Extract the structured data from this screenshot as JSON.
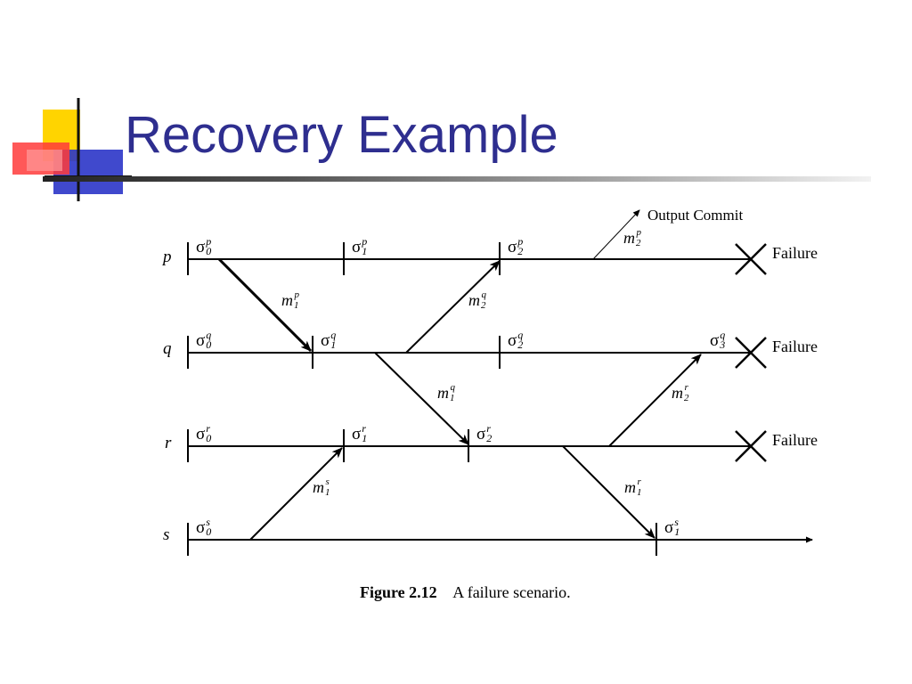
{
  "slide": {
    "title": "Recovery Example"
  },
  "diagram": {
    "processes": [
      "p",
      "q",
      "r",
      "s"
    ],
    "checkpoints": {
      "p0": {
        "base": "σ",
        "sub": "0",
        "sup": "p"
      },
      "p1": {
        "base": "σ",
        "sub": "1",
        "sup": "p"
      },
      "p2": {
        "base": "σ",
        "sub": "2",
        "sup": "p"
      },
      "q0": {
        "base": "σ",
        "sub": "0",
        "sup": "q"
      },
      "q1": {
        "base": "σ",
        "sub": "1",
        "sup": "q"
      },
      "q2": {
        "base": "σ",
        "sub": "2",
        "sup": "q"
      },
      "q3": {
        "base": "σ",
        "sub": "3",
        "sup": "q"
      },
      "r0": {
        "base": "σ",
        "sub": "0",
        "sup": "r"
      },
      "r1": {
        "base": "σ",
        "sub": "1",
        "sup": "r"
      },
      "r2": {
        "base": "σ",
        "sub": "2",
        "sup": "r"
      },
      "s0": {
        "base": "σ",
        "sub": "0",
        "sup": "s"
      },
      "s1": {
        "base": "σ",
        "sub": "1",
        "sup": "s"
      }
    },
    "messages": {
      "m1p": {
        "base": "m",
        "sub": "1",
        "sup": "p"
      },
      "m2p": {
        "base": "m",
        "sub": "2",
        "sup": "p"
      },
      "m2q": {
        "base": "m",
        "sub": "2",
        "sup": "q"
      },
      "m1q": {
        "base": "m",
        "sub": "1",
        "sup": "q"
      },
      "m2r": {
        "base": "m",
        "sub": "2",
        "sup": "r"
      },
      "m1r": {
        "base": "m",
        "sub": "1",
        "sup": "r"
      },
      "m1s": {
        "base": "m",
        "sub": "1",
        "sup": "s"
      }
    },
    "output_commit_label": "Output Commit",
    "failure_label": "Failure",
    "caption_number": "Figure 2.12",
    "caption_text": "A failure scenario."
  }
}
